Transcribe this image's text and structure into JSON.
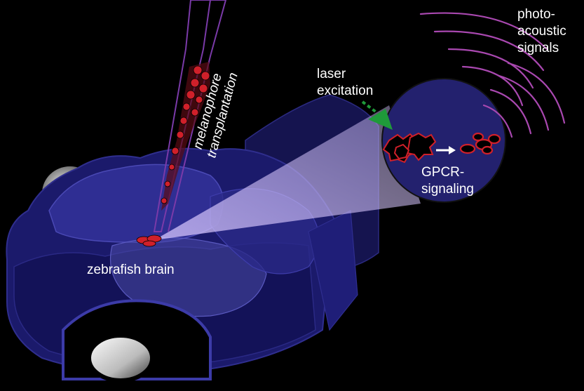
{
  "labels": {
    "melanophore": "melanophore",
    "transplantation": "transplantation",
    "laser_line1": "laser",
    "laser_line2": "excitation",
    "photo_line1": "photo-",
    "photo_line2": "acoustic",
    "photo_line3": "signals",
    "gpcr_line1": "GPCR-",
    "gpcr_line2": "signaling",
    "brain": "zebrafish brain"
  },
  "colors": {
    "brain_body": "#1b1a6b",
    "brain_highlight": "#3a3aa0",
    "zoom_circle": "#23216e",
    "laser_arrow": "#1f9a3a",
    "signal_arcs": "#b04ab8",
    "pipette_outline": "#7a3aa8",
    "melanophore_red": "#d0202a",
    "cone_light": "#b8a8e8"
  },
  "icons": {
    "laser_arrow": "arrow-down-right-icon",
    "gpcr_arrow": "arrow-right-icon"
  }
}
